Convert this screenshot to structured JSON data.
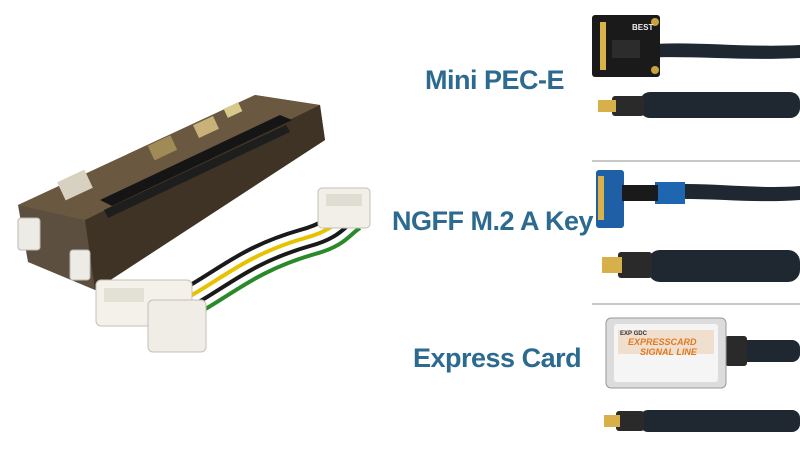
{
  "products": [
    {
      "label": "Mini PEC-E",
      "adapter": "mini-pcie-adapter-icon",
      "cable": "hdmi-cable-icon"
    },
    {
      "label": "NGFF M.2 A Key",
      "adapter": "ngff-m2-adapter-icon",
      "cable": "hdmi-cable-icon"
    },
    {
      "label": "Express Card",
      "adapter": "expresscard-adapter-icon",
      "cable": "hdmi-cable-icon"
    }
  ],
  "card_print": {
    "brand": "EXP GDC",
    "title_line1": "EXPRESSCARD",
    "title_line2": "SIGNAL LINE"
  },
  "board_print": "BEST",
  "colors": {
    "label": "#2c6a90",
    "cable": "#1f2730",
    "enclosure": "#5a4a32",
    "card_accent": "#e07a20"
  }
}
